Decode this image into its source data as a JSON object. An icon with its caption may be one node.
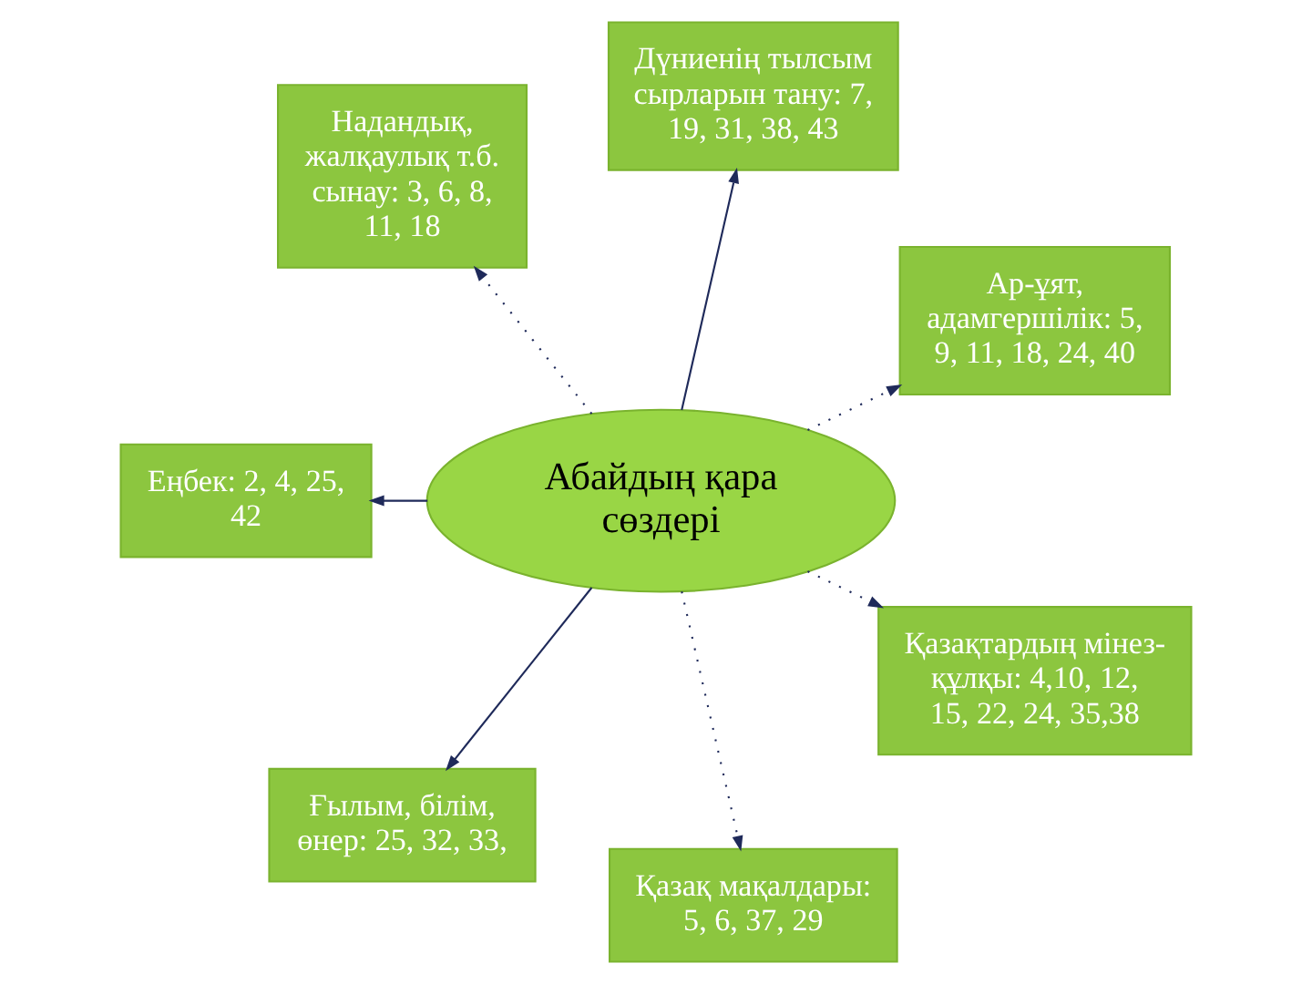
{
  "diagram": {
    "nodes": [
      {
        "text": [
          "Ар-ұят, адамгершілік: 5, 9, 11, 18, 24, 40"
        ]
      },
      {
        "text": [
          "Дүниенің тылсым сырларын тану: 7, 19, 31, 38, 43"
        ]
      },
      {
        "text": [
          "Надандық, жалқаулық т.б. сынау: 3, 6, 8, 11, 18"
        ]
      },
      {
        "text": [
          "Еңбек: 2, 4, 25, 42"
        ]
      },
      {
        "text": [
          "Абайдың қара сөздері"
        ]
      },
      {
        "text": [
          "Ғылым, білім, өнер: 25, 32, 33,"
        ]
      },
      {
        "text": [
          "Қазақ мақалдары: 5, 6, 37, 29"
        ]
      },
      {
        "text": [
          "Қазақтардың мінез-құлқы: 4,10, 12, 15, 22, 24, 35,38"
        ]
      }
    ],
    "edges": [
      {
        "from": 4,
        "to": 0,
        "arrow": "to",
        "style": "dashed"
      },
      {
        "from": 4,
        "to": 1,
        "arrow": "to"
      },
      {
        "from": 4,
        "to": 2,
        "arrow": "to",
        "style": "dashed"
      },
      {
        "from": 4,
        "to": 3,
        "arrow": "to"
      },
      {
        "from": 4,
        "to": 5,
        "arrow": "to"
      },
      {
        "from": 4,
        "to": 6,
        "arrow": "to",
        "style": "dashed"
      },
      {
        "from": 4,
        "to": 7,
        "arrow": "to",
        "style": "dashed"
      }
    ]
  }
}
